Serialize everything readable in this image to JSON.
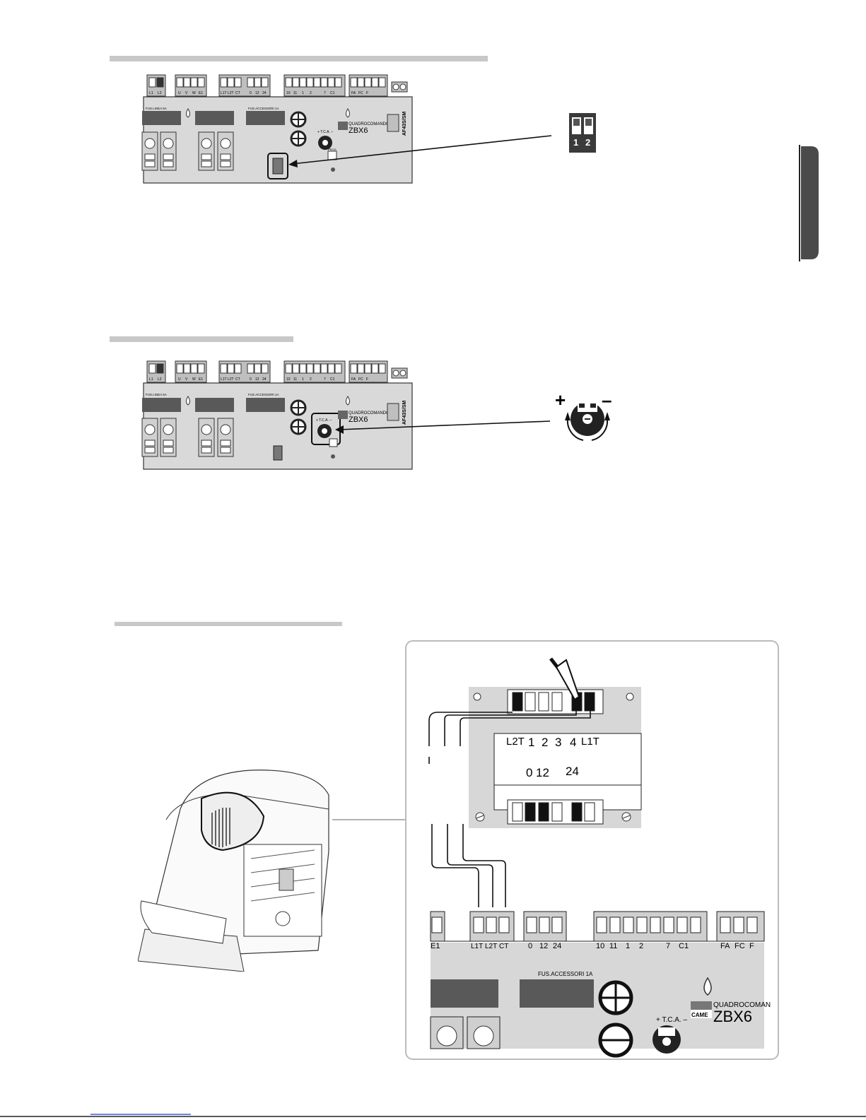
{
  "board": {
    "top_terminals": {
      "g1": [
        "L1",
        "L2"
      ],
      "g2": [
        "U",
        "V",
        "W",
        "E1"
      ],
      "g3": [
        "L1T",
        "L2T",
        "CT",
        "0",
        "12",
        "24"
      ],
      "g4": [
        "10",
        "11",
        "1",
        "2",
        "7",
        "C1"
      ],
      "g5": [
        "FA",
        "FC",
        "F"
      ]
    },
    "fuse_line_label": "FUS.LINEA 5A",
    "fuse_accessori_label": "FUS.ACCESSORI 1A",
    "brand_caption": "QUADROCOMANDO",
    "model": "ZBX6",
    "brand_logo": "CAME",
    "card_label": "AF43S/SM",
    "prog_label": "PROG",
    "tca_label": "+ T.C.A. –"
  },
  "dip_switch": {
    "labels": [
      "1",
      "2"
    ]
  },
  "trimmer": {
    "plus": "+",
    "minus": "–"
  },
  "transformer": {
    "upper_labels": [
      "L2T",
      "1",
      "2",
      "3",
      "4",
      "L1T"
    ],
    "lower_labels": [
      "0",
      "12",
      "24"
    ]
  },
  "detail_board": {
    "terminals_a": [
      "E1"
    ],
    "terminals_b": [
      "L1T",
      "L2T",
      "CT"
    ],
    "terminals_c": [
      "0",
      "12",
      "24"
    ],
    "terminals_d": [
      "10",
      "11",
      "1",
      "2",
      "7",
      "C1"
    ],
    "terminals_e": [
      "FA",
      "FC",
      "F"
    ],
    "fuse_label": "FUS.ACCESSORI 1A",
    "brand_caption": "QUADROCOMAN",
    "brand_logo": "CAME",
    "model": "ZBX6",
    "tca_label": "+ T.C.A. –"
  },
  "colors": {
    "board_fill": "#d9d9d9",
    "fuse_fill": "#595959",
    "section_bar": "#c8c8c8",
    "tab": "#4a4a4a"
  },
  "icons": [
    "dip-switch-icon",
    "trimmer-icon",
    "arrow-icon",
    "screwdriver-icon",
    "gate-motor-icon"
  ]
}
